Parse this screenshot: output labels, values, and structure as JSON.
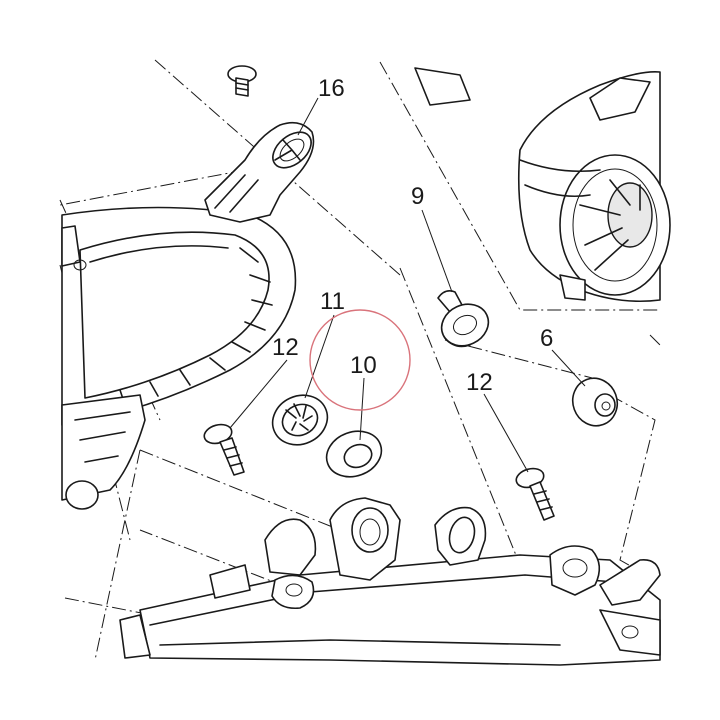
{
  "callouts": {
    "c16": "16",
    "c9": "9",
    "c11": "11",
    "c12a": "12",
    "c10": "10",
    "c12b": "12",
    "c6": "6"
  },
  "highlight_color": "#d9737b"
}
